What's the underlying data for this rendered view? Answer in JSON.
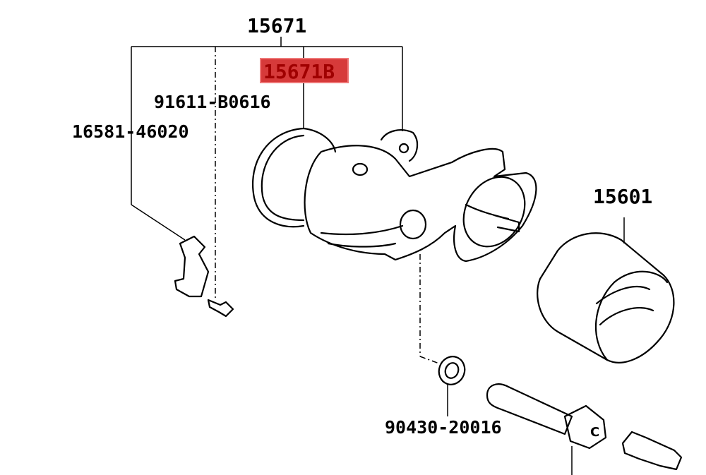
{
  "labels": {
    "assembly": "15671",
    "highlighted": "15671B",
    "bolt": "91611-B0616",
    "bracket": "16581-46020",
    "oil_filter": "15601",
    "gasket": "90430-20016"
  },
  "colors": {
    "highlight_fill": "#d63a3a",
    "highlight_border": "#ee7777",
    "highlight_text": "#a00000"
  }
}
